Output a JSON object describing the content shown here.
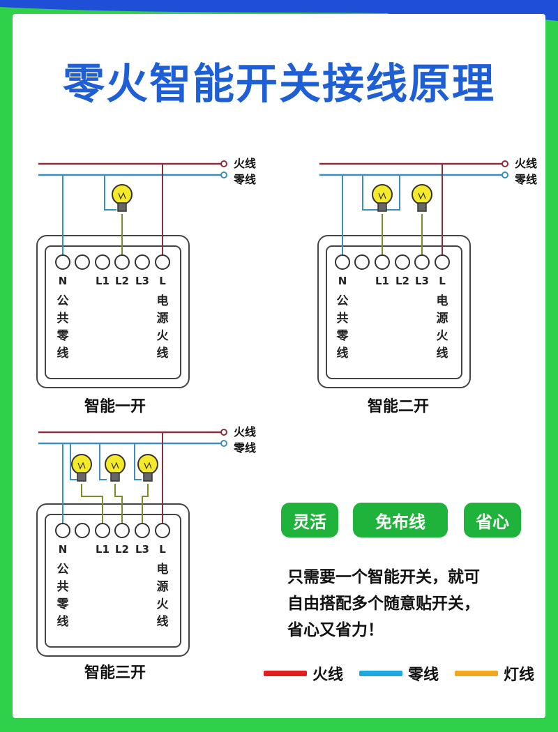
{
  "title": "零火智能开关接线原理",
  "line_labels": {
    "live": "火线",
    "neutral": "零线"
  },
  "terminals": [
    "N",
    "L1",
    "L2",
    "L3",
    "L"
  ],
  "side_labels": {
    "left": [
      "公",
      "共",
      "零",
      "线"
    ],
    "right": [
      "电",
      "源",
      "火",
      "线"
    ]
  },
  "diagrams": [
    {
      "caption": "智能一开",
      "lamps": 1
    },
    {
      "caption": "智能二开",
      "lamps": 2
    },
    {
      "caption": "智能三开",
      "lamps": 3
    }
  ],
  "features": [
    "灵活",
    "免布线",
    "省心"
  ],
  "description": [
    "只需要一个智能开关，就可",
    "自由搭配多个随意贴开关，",
    "省心又省力！"
  ],
  "legend": [
    {
      "label": "火线",
      "color": "#e01e1e"
    },
    {
      "label": "零线",
      "color": "#1ea7e0"
    },
    {
      "label": "灯线",
      "color": "#f0a81e"
    }
  ],
  "colors": {
    "live_wire": "#8b2d3c",
    "neutral_wire": "#3a8fc0",
    "lamp_wire": "#7f8a2a",
    "border_green": "#2fd14a",
    "title_blue": "#1f5fd6",
    "pill_green": "#1fb33c"
  }
}
